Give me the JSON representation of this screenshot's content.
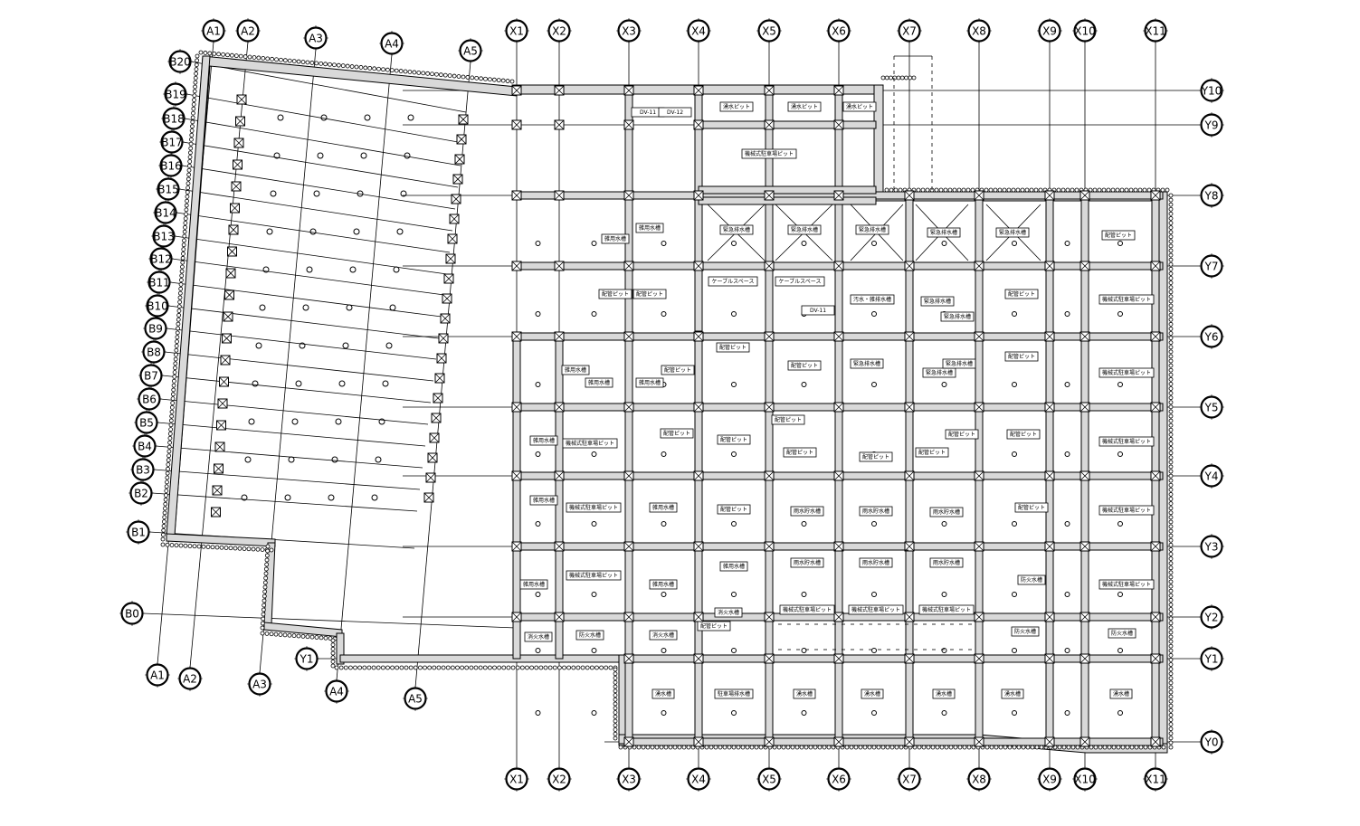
{
  "grids": {
    "x_top": [
      "X1",
      "X2",
      "X3",
      "X4",
      "X5",
      "X6",
      "X7",
      "X8",
      "X9",
      "X10",
      "X11"
    ],
    "x_bottom": [
      "X1",
      "X2",
      "X3",
      "X4",
      "X5",
      "X6",
      "X7",
      "X8",
      "X9",
      "X10",
      "X11"
    ],
    "y_right": [
      "Y10",
      "Y9",
      "Y8",
      "Y7",
      "Y6",
      "Y5",
      "Y4",
      "Y3",
      "Y2",
      "Y1",
      "Y0"
    ],
    "a_top": [
      "A1",
      "A2",
      "A3",
      "A4",
      "A5"
    ],
    "a_bottom": [
      "A1",
      "A2",
      "A3",
      "A4",
      "A5"
    ],
    "b_left": [
      "B20",
      "B19",
      "B18",
      "B17",
      "B16",
      "B15",
      "B14",
      "B13",
      "B12",
      "B11",
      "B10",
      "B9",
      "B8",
      "B7",
      "B6",
      "B5",
      "B4",
      "B3",
      "B2",
      "B1",
      "B0"
    ],
    "y1_left": "Y1"
  },
  "rooms": [
    {
      "text": "湧水ピット"
    },
    {
      "text": "機械式駐車場ピット"
    },
    {
      "text": "緊急排水槽"
    },
    {
      "text": "配管ピット"
    },
    {
      "text": "雑用水槽"
    },
    {
      "text": "汚水・雑排水槽"
    },
    {
      "text": "雨水貯水槽"
    },
    {
      "text": "防火水槽"
    },
    {
      "text": "湧水槽"
    },
    {
      "text": "駐車場排水槽"
    },
    {
      "text": "消火水槽"
    },
    {
      "text": "DV-11"
    },
    {
      "text": "DV-12"
    },
    {
      "text": "ケーブルスペース"
    }
  ]
}
